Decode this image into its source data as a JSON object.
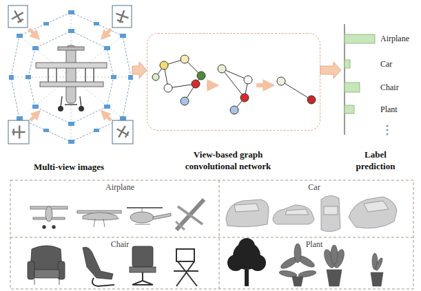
{
  "diagram": {
    "nodes": [
      {
        "text": [
          "Multi-view images"
        ]
      },
      {
        "text": [
          "View-based graph convolutional network"
        ]
      },
      {
        "text": [
          "Label prediction"
        ]
      },
      {
        "text": [
          "Airplane"
        ]
      },
      {
        "text": [
          "Car"
        ]
      },
      {
        "text": [
          "Chair"
        ]
      },
      {
        "text": [
          "Plant"
        ]
      }
    ],
    "edges": [
      {
        "from": 0,
        "to": 1,
        "arrow": "to"
      },
      {
        "from": 1,
        "to": 2,
        "arrow": "to"
      }
    ],
    "labels": [
      "Airplane",
      "Car",
      "Chair",
      "Plant"
    ]
  }
}
